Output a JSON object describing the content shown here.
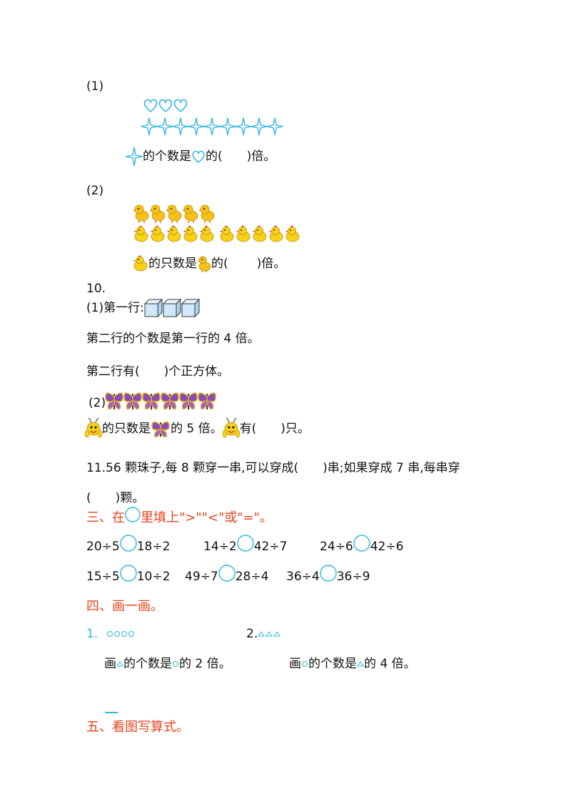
{
  "q9": {
    "part1": {
      "label": "(1)",
      "hearts_count": 3,
      "stars_count": 9,
      "sentence": [
        "的个数是",
        "的(",
        "",
        ")倍。"
      ]
    },
    "part2": {
      "label": "(2)",
      "ducks_count": 5,
      "chicks_count": 10,
      "sentence": [
        "的只数是",
        "的(",
        "",
        ")倍。"
      ]
    }
  },
  "q10": {
    "number": "10.",
    "part1": {
      "label": "(1)第一行:",
      "cubes_count": 3,
      "line2": "第二行的个数是第一行的 4 倍。",
      "line3": "第二行有(　　)个正方体。"
    },
    "part2": {
      "label": "(2)",
      "butterflies_count": 6,
      "sentence": [
        "的只数是",
        "的 5 倍。",
        "有(　　)只。"
      ]
    }
  },
  "q11": {
    "line1": "11.56 颗珠子,每 8 颗穿一串,可以穿成(　　)串;如果穿成 7 串,每串穿",
    "line2": "(　　)颗。"
  },
  "section3": {
    "title_before": "三、在",
    "title_after": "里填上\">\"\"<\"或\"=\"。",
    "rows": [
      [
        {
          "left": "20÷5",
          "right": "18÷2"
        },
        {
          "left": "14÷2",
          "right": "42÷7"
        },
        {
          "left": "24÷6",
          "right": "42÷6"
        }
      ],
      [
        {
          "left": "15÷5",
          "right": "10÷2"
        },
        {
          "left": "49÷7",
          "right": "28÷4"
        },
        {
          "left": "36÷4",
          "right": "36÷9"
        }
      ]
    ]
  },
  "section4": {
    "title": "四、画一画。",
    "item1": {
      "number": "1.",
      "sentence": [
        "画",
        "的个数是",
        "的 2 倍。"
      ]
    },
    "item2": {
      "number": "2.",
      "sentence": [
        "画",
        "的个数是",
        "的 4 倍。"
      ]
    }
  },
  "section5": {
    "title": "五、看图写算式。"
  },
  "colors": {
    "section_title": "#e8431e",
    "shape_outline": "#2fb5e6",
    "cube_fill": "#cfe9fb",
    "chick_yellow": "#f6d21a",
    "butterfly": "#8a4bb8"
  }
}
